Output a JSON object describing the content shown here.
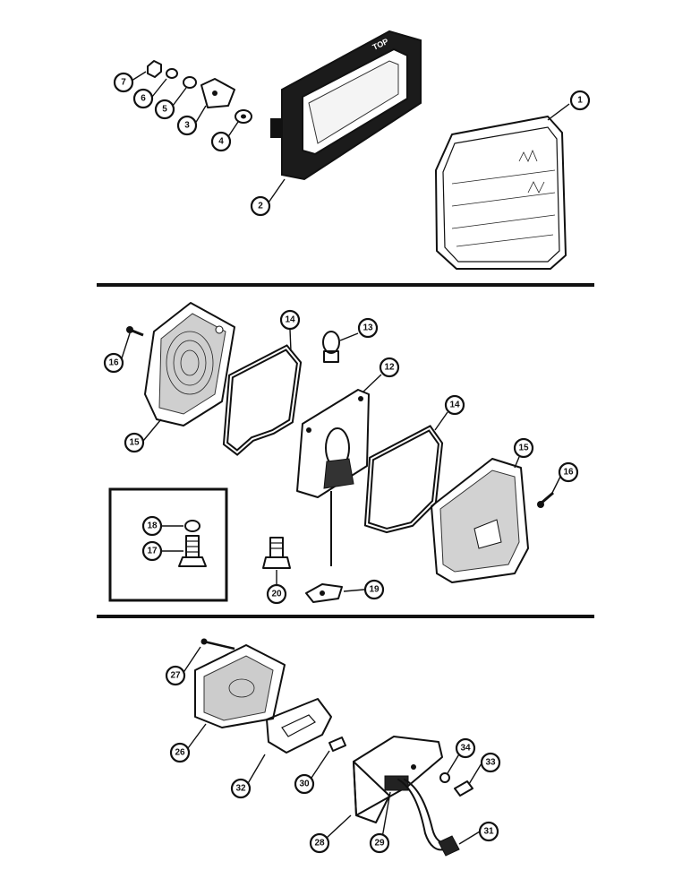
{
  "diagram": {
    "top_label": "TOP",
    "callouts": {
      "c1": "1",
      "c2": "2",
      "c3": "3",
      "c4": "4",
      "c5": "5",
      "c6": "6",
      "c7": "7",
      "c12": "12",
      "c13": "13",
      "c14a": "14",
      "c14b": "14",
      "c15a": "15",
      "c15b": "15",
      "c16a": "16",
      "c16b": "16",
      "c17": "17",
      "c18": "18",
      "c19": "19",
      "c20": "20",
      "c26": "26",
      "c27": "27",
      "c28": "28",
      "c29": "29",
      "c30": "30",
      "c31": "31",
      "c32": "32",
      "c33": "33",
      "c34": "34"
    }
  }
}
